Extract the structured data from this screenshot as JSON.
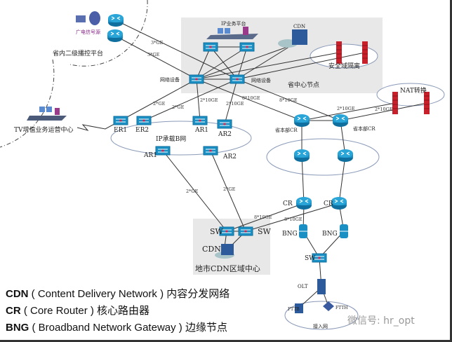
{
  "labels": {
    "broadcast_source": "广电信号源",
    "provincial_playout": "省内二级播控平台",
    "tv_center": "TV增值业务运营中心",
    "ip_platform": "IP业务平台",
    "cdn_top": "CDN",
    "security_zone": "安全域隔离",
    "net_device_1": "网络设备",
    "net_device_2": "网络设备",
    "province_center": "省中心节点",
    "nat": "NAT转换",
    "cr_hq_1": "省本部CR",
    "cr_hq_2": "省本部CR",
    "ip_b_net": "IP承载B网",
    "er1": "ER1",
    "er2": "ER2",
    "ar1_top": "AR1",
    "ar2_top": "AR2",
    "ar1_bottom": "AR1",
    "ar2_bottom": "AR2",
    "cr1": "CR",
    "cr2": "CR",
    "bng1": "BNG",
    "bng2": "BNG",
    "sw_access": "SW",
    "olt": "OLT",
    "fttb": "FTTB",
    "ftth": "FTTH",
    "access_net": "接入网",
    "city_sw1": "SW",
    "city_sw2": "SW",
    "city_cdn": "CDN",
    "city_cdn_center": "地市CDN区域中心"
  },
  "links": {
    "src1": "3*GE",
    "src2": "3*GE",
    "er1": "2*GE",
    "er2": "2*GE",
    "ar1": "2*10GE",
    "ar2": "2*10GE",
    "core1": "8*10GE",
    "core2": "8*10GE",
    "nat1": "2*10GE",
    "nat2": "2*10GE",
    "city1": "2*GE",
    "city2": "2*GE",
    "cr_city1": "8*10GE",
    "cr_city2": "8*10GE"
  },
  "legend": [
    {
      "abbr": "CDN",
      "full": "( Content Delivery Network )",
      "cn": "内容分发网络"
    },
    {
      "abbr": "CR",
      "full": "( Core Router )",
      "cn": "核心路由器"
    },
    {
      "abbr": "BNG",
      "full": "( Broadband Network Gateway )",
      "cn": "边缘节点"
    }
  ],
  "watermark": "微信号: hr_opt",
  "colors": {
    "device": "#1a8fc4",
    "firewall": "#c8202a",
    "region": "#e8e8e8"
  }
}
